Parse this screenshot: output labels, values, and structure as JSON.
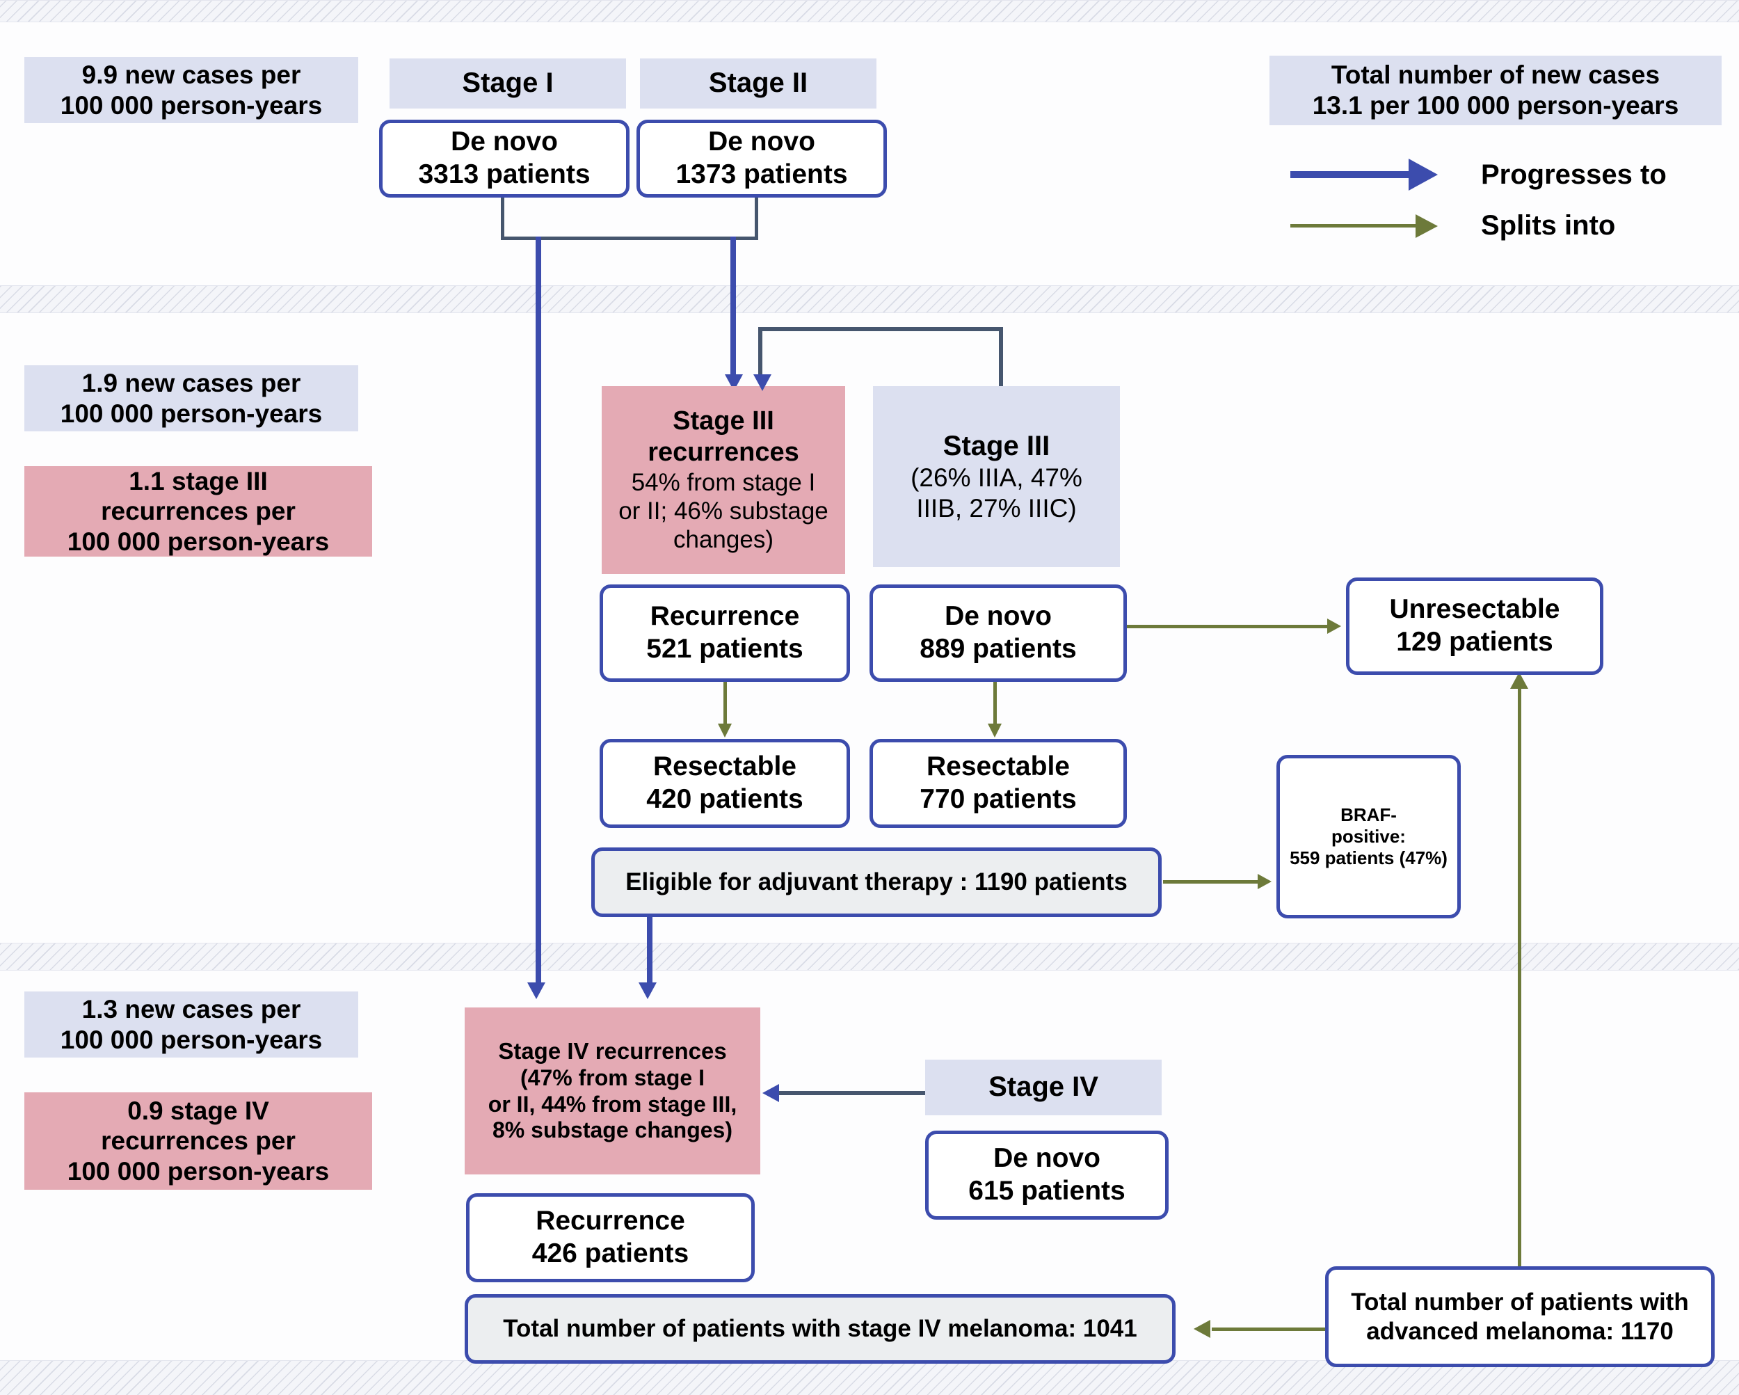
{
  "diagram": {
    "title": "Melanoma stage flow: new cases, recurrences and advanced disease",
    "colors": {
      "blue_fill": "#dce0f0",
      "pink_fill": "#e4aab4",
      "box_border_blue": "#3c4cad",
      "progresses_arrow": "#3c4cad",
      "splits_arrow": "#6d7a3a",
      "grey_fill": "#eceef0",
      "band": "#f4f5f9"
    }
  },
  "legend": {
    "total_cases": "Total number of new cases\n13.1 per 100 000 person-years",
    "items": [
      {
        "label": "Progresses to",
        "color": "#3c4cad"
      },
      {
        "label": "Splits into",
        "color": "#6d7a3a"
      }
    ]
  },
  "bands": {
    "band1_label": "",
    "band2_label": "",
    "band3_label": "",
    "band4_label": ""
  },
  "row1": {
    "incidence": "9.9 new cases per\n100 000 person-years",
    "stage1_header": "Stage I",
    "stage2_header": "Stage II",
    "stage1_denovo": "De novo\n3313 patients",
    "stage2_denovo": "De novo\n1373 patients"
  },
  "row2": {
    "incidence": "1.9 new cases per\n100 000 person-years",
    "recurrence_rate": "1.1 stage III\nrecurrences per\n100 000 person-years",
    "stage3_recurrences": "Stage III\nrecurrences\n54% from stage I\nor II; 46% substage\nchanges)",
    "stage3_recurrences_bold": "Stage III\nrecurrences",
    "stage3_recurrences_rest": "54% from stage I\nor II; 46% substage\nchanges)",
    "stage3_header_bold": "Stage III",
    "stage3_header_rest": "(26% IIIA, 47%\nIIIB, 27% IIIC)",
    "recurrence_box": "Recurrence\n521 patients",
    "denovo_box": "De novo\n889 patients",
    "unresectable_box": "Unresectable\n129 patients",
    "resectable_left": "Resectable\n420 patients",
    "resectable_right": "Resectable\n770 patients",
    "adjuvant_bar": "Eligible for adjuvant therapy : 1190 patients",
    "braf_box": "BRAF-\npositive:\n559 patients (47%)"
  },
  "row3": {
    "incidence": "1.3 new cases per\n100 000 person-years",
    "recurrence_rate": "0.9 stage IV\nrecurrences per\n100 000 person-years",
    "stage4_recurrences_bold": "Stage IV recurrences",
    "stage4_recurrences_rest": "(47% from stage I\nor II, 44% from stage III,\n8% substage changes)",
    "stage4_header": "Stage IV",
    "stage4_denovo": "De novo\n615 patients",
    "recurrence_box": "Recurrence\n426 patients",
    "total_stage4_bar": "Total number of patients with stage IV melanoma: 1041",
    "total_advanced_box": "Total number of patients with\nadvanced melanoma: 1170"
  }
}
